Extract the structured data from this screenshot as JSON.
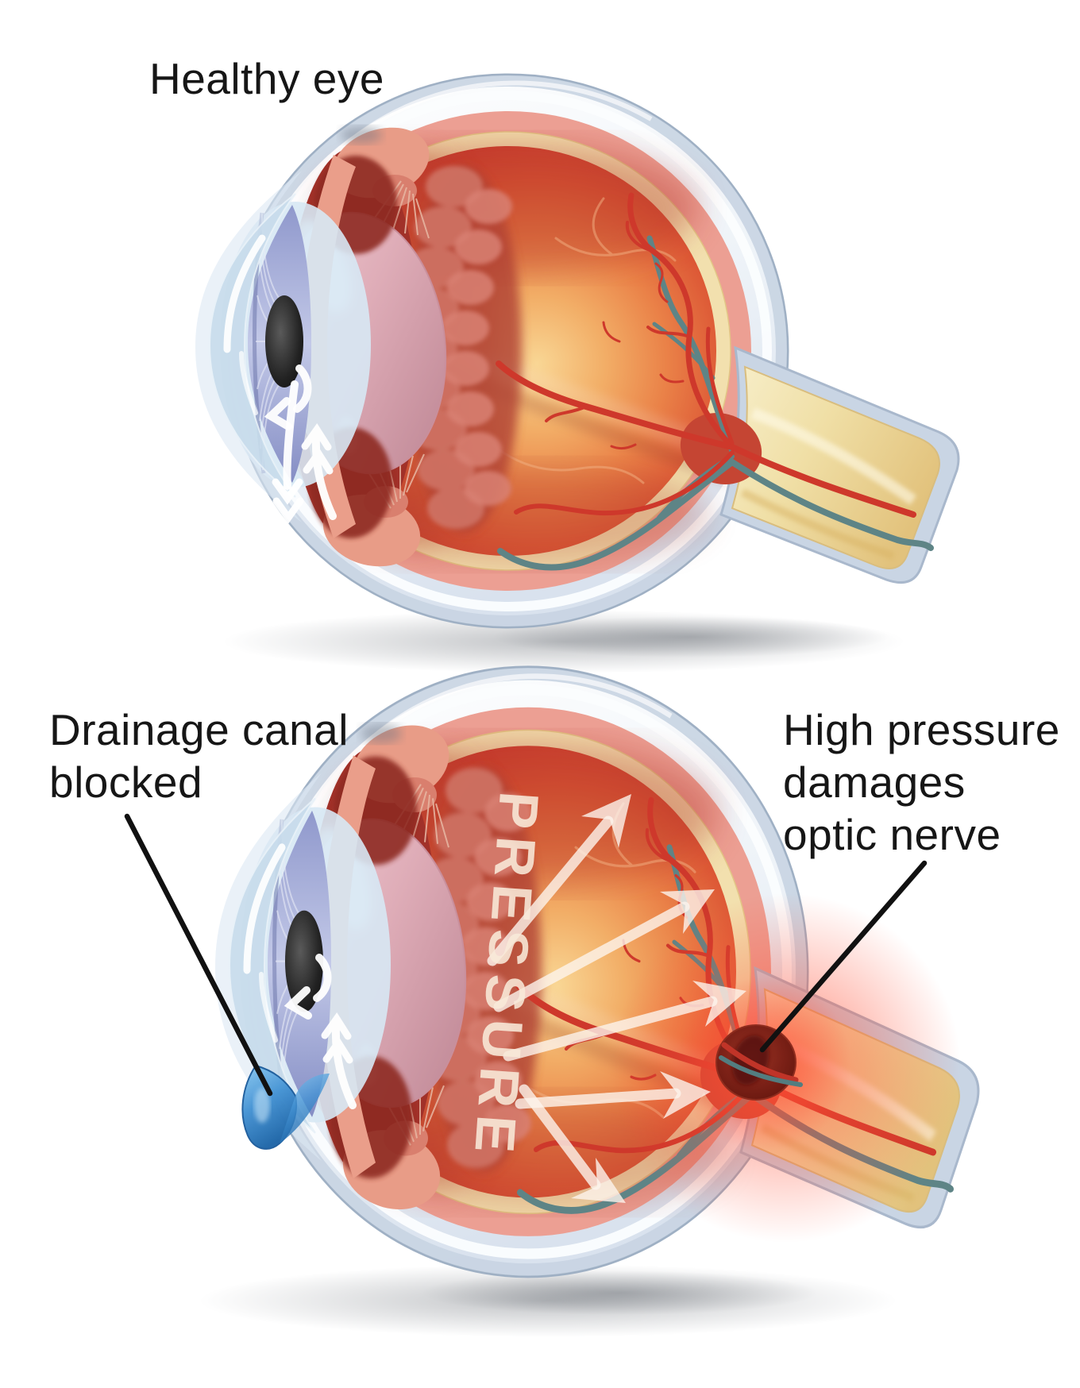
{
  "illustration": {
    "healthy_eye": {
      "label": "Healthy eye"
    },
    "glaucoma_eye": {
      "drainage_label": "Drainage canal\nblocked",
      "nerve_label": "High pressure\ndamages\noptic nerve",
      "pressure_word": "PRESSURE"
    },
    "colors": {
      "label_text": "#161616",
      "sclera": "#e4ebf3",
      "sclera_rim": "#c8d4e2",
      "choroid_pink": "#ec9f93",
      "retina_cream": "#f2e0ae",
      "fundus_orange": "#ef9355",
      "fundus_red": "#c63a2e",
      "iris_blue": "#9aa3d4",
      "pupil": "#1c1c1c",
      "lens_pink": "#dfadb8",
      "artery_red": "#ce382b",
      "vein_teal": "#5e8486",
      "optic_nerve": "#f0dfa6",
      "blocked_canal_blue": "#4593d4",
      "pressure_glow_red": "#ff4d33",
      "arrow_white": "#ffffff",
      "pressure_text": "#f9ead9",
      "pointer_line": "#111111"
    }
  }
}
